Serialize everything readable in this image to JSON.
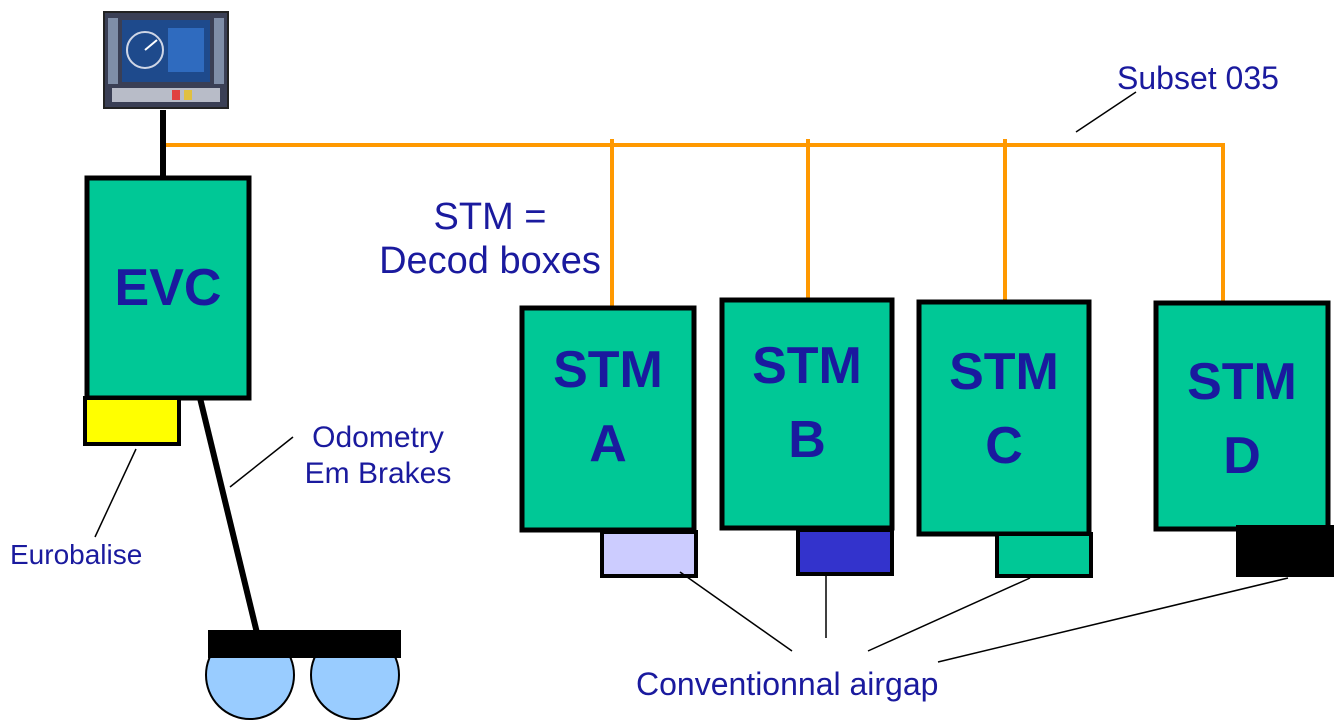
{
  "evc": {
    "label": "EVC",
    "fill": "#00c896",
    "balise_fill": "#ffff00"
  },
  "stms": [
    {
      "line1": "STM",
      "line2": "A",
      "antenna_fill": "#ccccff"
    },
    {
      "line1": "STM",
      "line2": "B",
      "antenna_fill": "#3333cc"
    },
    {
      "line1": "STM",
      "line2": "C",
      "antenna_fill": "#00c896"
    },
    {
      "line1": "STM",
      "line2": "D",
      "antenna_fill": "#000000"
    }
  ],
  "labels": {
    "stm_eq_line1": "STM =",
    "stm_eq_line2": "Decod boxes",
    "subset": "Subset 035",
    "odometry_line1": "Odometry",
    "odometry_line2": "Em Brakes",
    "eurobalise": "Eurobalise",
    "airgap": "Conventionnal airgap"
  },
  "colors": {
    "box_fill": "#00c896",
    "text": "#1a1a9e",
    "bus": "#ff9900",
    "wheel": "#99ccff",
    "border": "#000000"
  },
  "icons": {
    "dmi": "driver-machine-interface-icon",
    "wheelset": "wheelset-icon"
  }
}
